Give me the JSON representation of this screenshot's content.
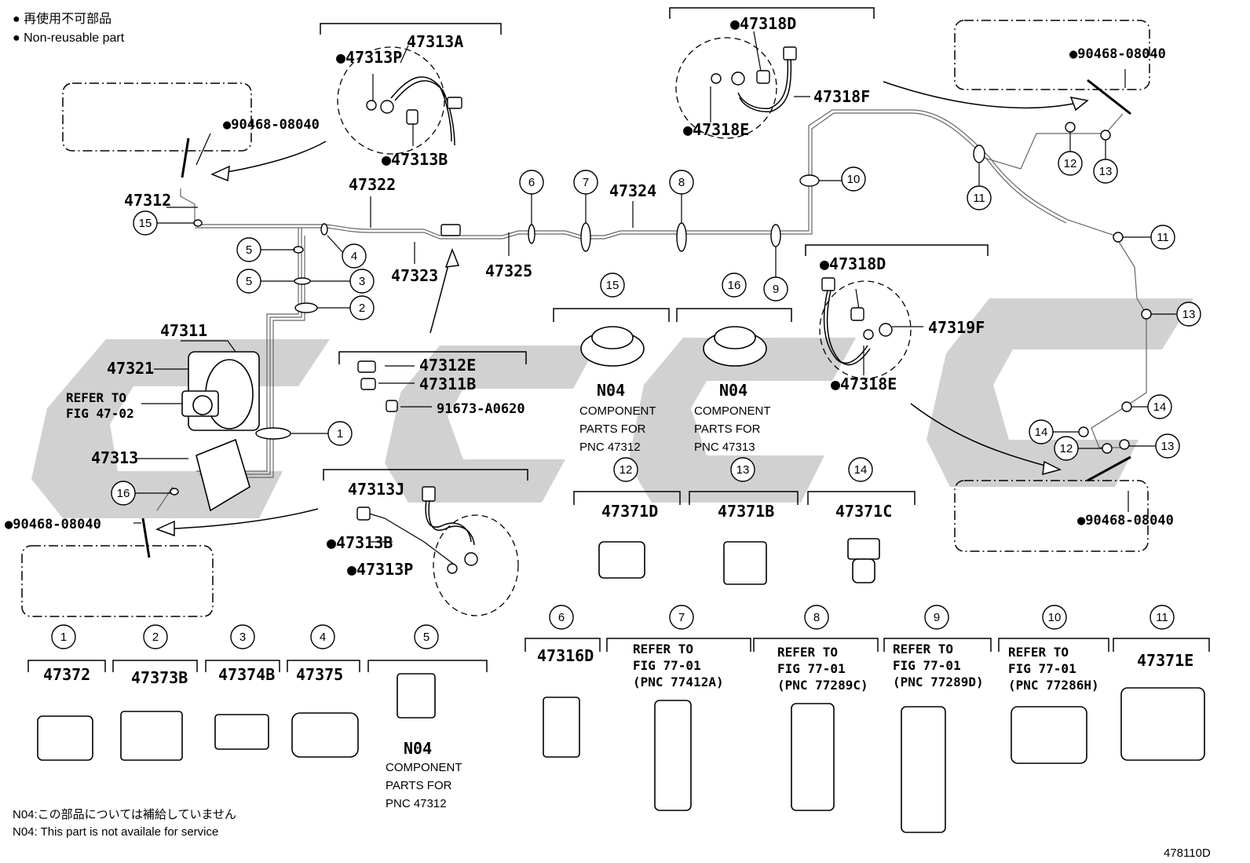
{
  "legend": {
    "line1": "● 再使用不可部品",
    "line2": "● Non-reusable part"
  },
  "parts": {
    "p47313A": "47313A",
    "p47313P_top": "●47313P",
    "p47313B_top": "●47313B",
    "p90468_left": "●90468-08040",
    "p47312": "47312",
    "p47322": "47322",
    "p47323": "47323",
    "p47325": "47325",
    "p47324": "47324",
    "p47318D_top": "●47318D",
    "p47318F": "47318F",
    "p47318E_top": "●47318E",
    "p90468_topright": "●90468-08040",
    "p47311": "47311",
    "p47321": "47321",
    "p47313": "47313",
    "p90468_bottomleft": "●90468-08040",
    "p47312E": "47312E",
    "p47311B": "47311B",
    "p91673": "91673-A0620",
    "p47313J": "47313J",
    "p47313B_bot": "●47313B",
    "p47313P_bot": "●47313P",
    "p47318D_mid": "●47318D",
    "p47319F": "47319F",
    "p47318E_mid": "●47318E",
    "p90468_bottomright": "●90468-08040",
    "p47371D": "47371D",
    "p47371B": "47371B",
    "p47371C": "47371C",
    "p47372": "47372",
    "p47373B": "47373B",
    "p47374B": "47374B",
    "p47375": "47375",
    "p47316D": "47316D",
    "p47371E": "47371E"
  },
  "refer": {
    "fig4702_l1": "REFER TO",
    "fig4702_l2": "FIG 47-02",
    "r7_l1": "REFER TO",
    "r7_l2": "FIG 77-01",
    "r7_l3": "(PNC 77412A)",
    "r8_l1": "REFER TO",
    "r8_l2": "FIG 77-01",
    "r8_l3": "(PNC 77289C)",
    "r9_l1": "REFER TO",
    "r9_l2": "FIG 77-01",
    "r9_l3": "(PNC 77289D)",
    "r10_l1": "REFER TO",
    "r10_l2": "FIG 77-01",
    "r10_l3": "(PNC 77286H)"
  },
  "n04": {
    "code": "N04",
    "component": "COMPONENT",
    "parts_for": "PARTS FOR",
    "pnc_47312": "PNC 47312",
    "pnc_47313": "PNC 47313"
  },
  "callouts": [
    "1",
    "2",
    "3",
    "4",
    "5",
    "6",
    "7",
    "8",
    "9",
    "10",
    "11",
    "12",
    "13",
    "14",
    "15",
    "16"
  ],
  "footer": {
    "note_jp": "N04:この部品については補給していません",
    "note_en": "N04: This part is not availale for service",
    "figure_id": "478110D"
  }
}
